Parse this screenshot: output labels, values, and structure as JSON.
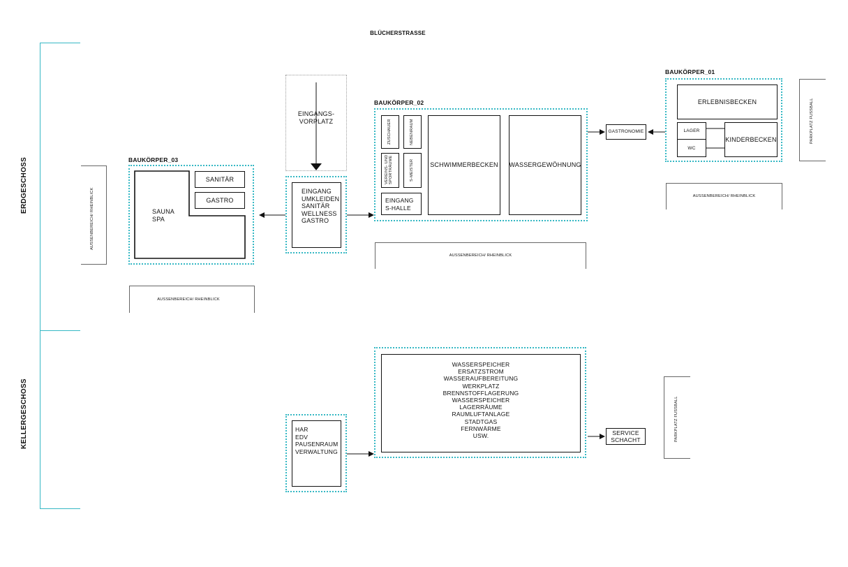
{
  "street": "BLÜCHERSTRAßE",
  "levels": {
    "ground": "ERDGESCHOSS",
    "basement": "KELLERGESCHOSS"
  },
  "entrance_forecourt": [
    "EINGANGS-",
    "VORPLATZ"
  ],
  "bk03": {
    "title": "BAUKÖRPER_03",
    "sauna": [
      "SAUNA",
      "SPA"
    ],
    "sanitaer": "SANITÄR",
    "gastro": "GASTRO"
  },
  "entry_block": [
    "EINGANG",
    "UMKLEIDEN",
    "SANITÄR",
    "WELLNESS",
    "GASTRO"
  ],
  "bk02": {
    "title": "BAUKÖRPER_02",
    "zuschauer": "ZUSCHAUER",
    "nebenraum": "NEBENRAUM",
    "vereins": [
      "VEREINS- UND",
      "SPORTRÄUME"
    ],
    "smeister": "S-MEISTER",
    "eingang": [
      "EINGANG",
      "S-HALLE"
    ],
    "schwimmerbecken": "SCHWIMMERBECKEN",
    "wassergewoehnung": "WASSERGEWÖHNUNG"
  },
  "gastronomie": "GASTRONOMIE",
  "bk01": {
    "title": "BAUKÖRPER_01",
    "erlebnisbecken": "ERLEBNISBECKEN",
    "lager": "LAGER",
    "wc": "WC",
    "kinderbecken": "KINDERBECKEN"
  },
  "outdoor": {
    "left_vertical": "AUSSENBEREICH/ RHEINBLICK",
    "bottom_left": "AUSSENBEREICH/ RHEINBLICK",
    "bottom_center": "AUSSENBEREICH/ RHEINBLICK",
    "right": "AUSSENBEREICH/ RHEINBLICK"
  },
  "parking": {
    "top": "PARKPLATZ FUSSBALL",
    "bottom": "PARKPLATZ FUSSBALL"
  },
  "basement": {
    "har_block": [
      "HAR",
      "EDV",
      "PAUSENRAUM",
      "VERWALTUNG"
    ],
    "technik": [
      "WASSERSPEICHER",
      "ERSATZSTROM",
      "WASSERAUFBEREITUNG",
      "WERKPLATZ",
      "BRENNSTOFFLAGERUNG",
      "WASSERSPEICHER",
      "LAGERRÄUME",
      "RAUMLUFTANLAGE",
      "STADTGAS",
      "FERNWÄRME",
      "USW."
    ],
    "service": [
      "SERVICE",
      "SCHACHT"
    ]
  },
  "colors": {
    "accent": "#35b8c4",
    "line": "#111111"
  }
}
